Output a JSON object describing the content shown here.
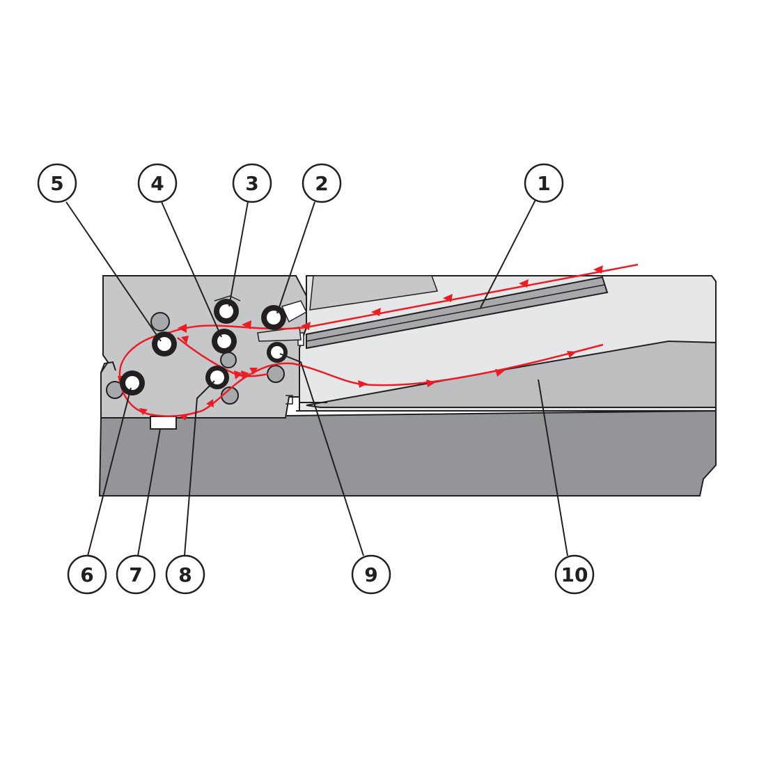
{
  "diagram": {
    "kind": "ADF paper path cross-section",
    "colors": {
      "housing_outline": "#231f20",
      "housing_upper": "#c6c7c9",
      "housing_lower": "#939598",
      "tray_light": "#e6e7e8",
      "paper_path": "#ed1c24",
      "roller_dark": "#231f20",
      "roller_fill": "#ffffff",
      "idle_roller": "#a7a9ac"
    },
    "callouts": [
      {
        "id": "1",
        "label": "1"
      },
      {
        "id": "2",
        "label": "2"
      },
      {
        "id": "3",
        "label": "3"
      },
      {
        "id": "4",
        "label": "4"
      },
      {
        "id": "5",
        "label": "5"
      },
      {
        "id": "6",
        "label": "6"
      },
      {
        "id": "7",
        "label": "7"
      },
      {
        "id": "8",
        "label": "8"
      },
      {
        "id": "9",
        "label": "9"
      },
      {
        "id": "10",
        "label": "10"
      }
    ]
  }
}
